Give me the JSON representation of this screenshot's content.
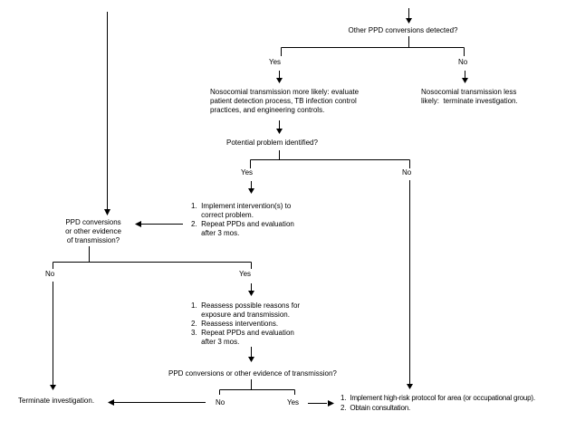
{
  "flowchart": {
    "colors": {
      "background": "#ffffff",
      "line": "#000000",
      "text": "#000000"
    },
    "q_other_conversions": {
      "question": "Other PPD conversions detected?",
      "yes_label": "Yes",
      "no_label": "No"
    },
    "more_likely_note": "Nosocomial transmission more likely: evaluate\npatient detection process, TB infection control\npractices, and engineering controls.",
    "less_likely_note": "Nosocomial transmission less\nlikely:  terminate investigation.",
    "q_potential_problem": {
      "question": "Potential problem identified?",
      "yes_label": "Yes",
      "no_label": "No"
    },
    "intervention_steps": "1.  Implement intervention(s) to\n     correct problem.\n2.  Repeat PPDs and evaluation\n     after 3 mos.",
    "q_ppd_conversions": {
      "question": "PPD conversions\nor other evidence\nof transmission?",
      "no_label": "No",
      "yes_label": "Yes"
    },
    "reassess_steps": "1.  Reassess possible reasons for\n     exposure and transmission.\n2.  Reassess interventions.\n3.  Repeat PPDs and evaluation\n     after 3 mos.",
    "q_final_conversions": {
      "question": "PPD conversions or other evidence of transmission?",
      "no_label": "No",
      "yes_label": "Yes"
    },
    "terminate_note": "Terminate investigation.",
    "high_risk_steps": "1.  Implement high-risk protocol for area (or occupational group).\n2.  Obtain consultation."
  }
}
